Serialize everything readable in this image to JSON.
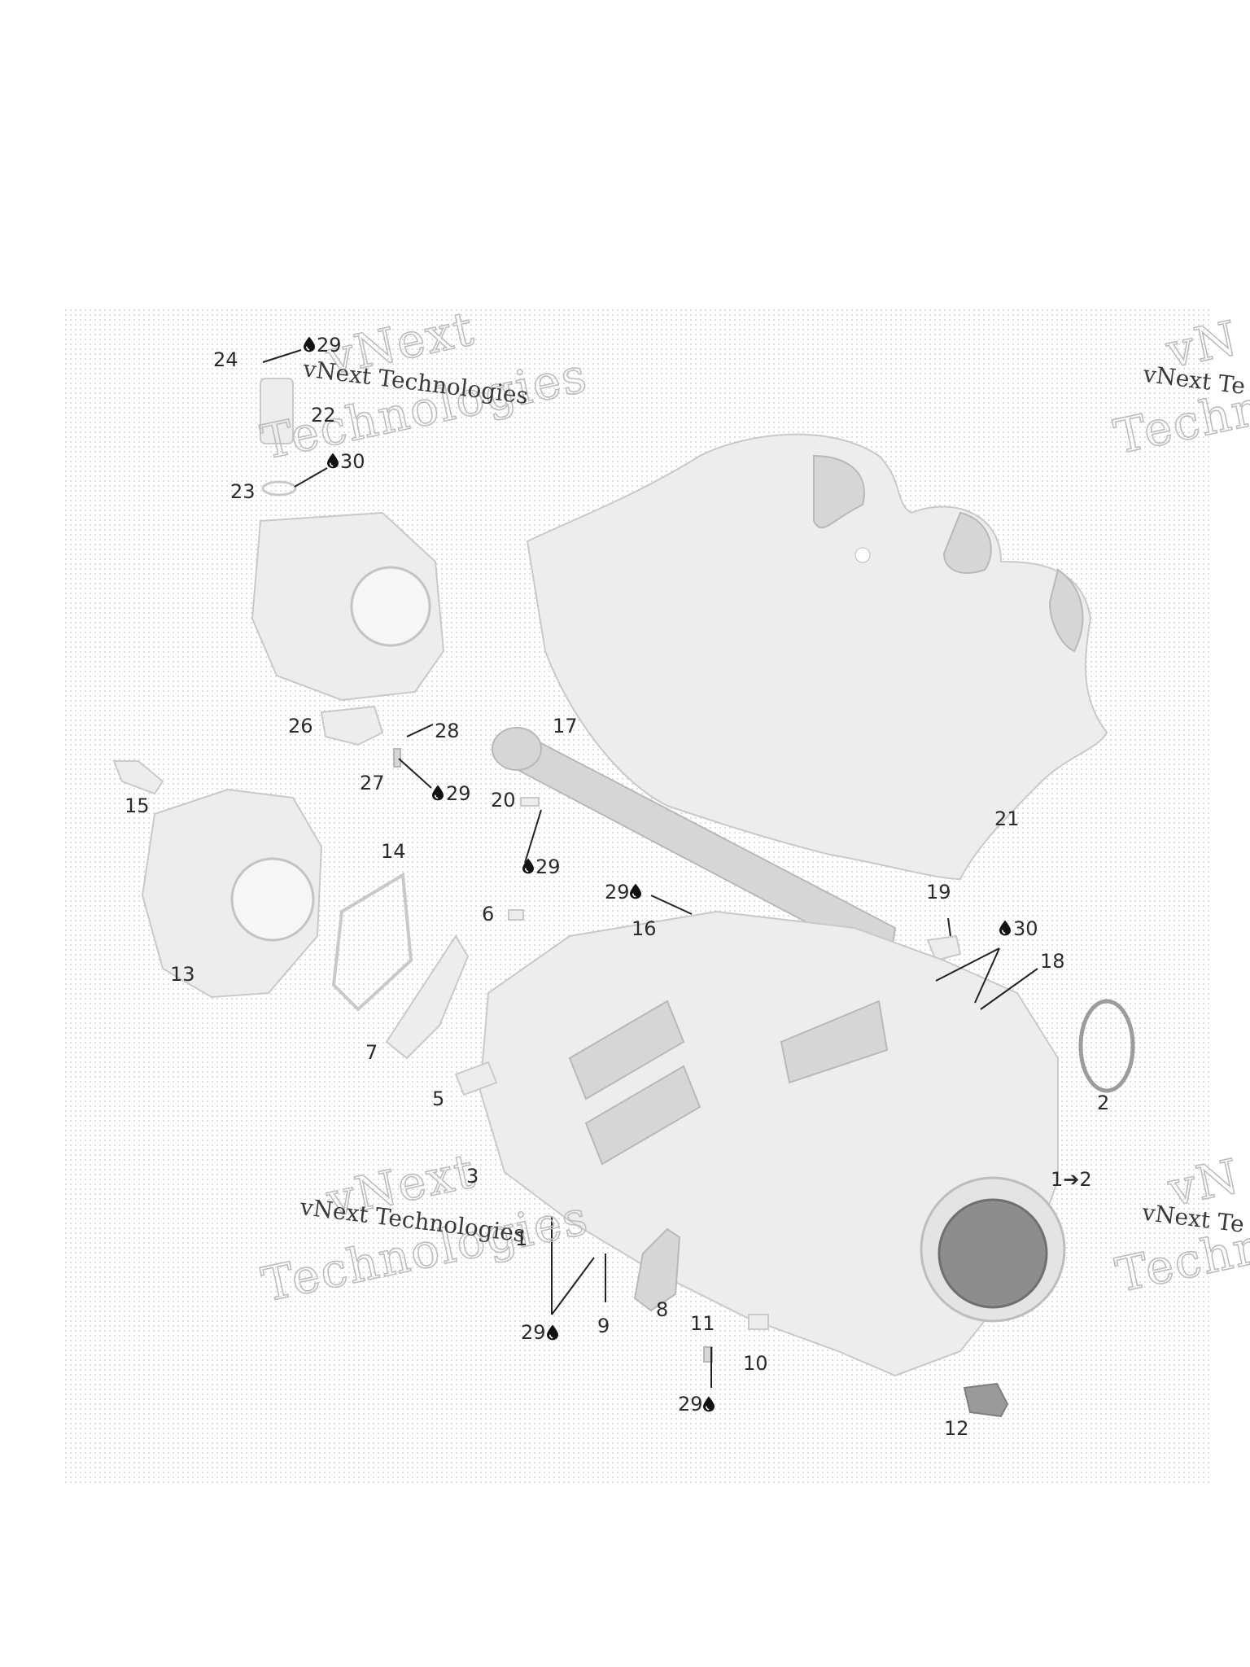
{
  "callouts": [
    {
      "id": "c24",
      "text": "24"
    },
    {
      "id": "c29a",
      "text": "29"
    },
    {
      "id": "c22",
      "text": "22"
    },
    {
      "id": "c23",
      "text": "23"
    },
    {
      "id": "c30a",
      "text": "30"
    },
    {
      "id": "c26",
      "text": "26"
    },
    {
      "id": "c28",
      "text": "28"
    },
    {
      "id": "c27",
      "text": "27"
    },
    {
      "id": "c29b",
      "text": "29"
    },
    {
      "id": "c17",
      "text": "17"
    },
    {
      "id": "c15",
      "text": "15"
    },
    {
      "id": "c20",
      "text": "20"
    },
    {
      "id": "c29c",
      "text": "29"
    },
    {
      "id": "c21",
      "text": "21"
    },
    {
      "id": "c14",
      "text": "14"
    },
    {
      "id": "c29d",
      "text": "29"
    },
    {
      "id": "c19",
      "text": "19"
    },
    {
      "id": "c6",
      "text": "6"
    },
    {
      "id": "c16",
      "text": "16"
    },
    {
      "id": "c30b",
      "text": "30"
    },
    {
      "id": "c18",
      "text": "18"
    },
    {
      "id": "c13",
      "text": "13"
    },
    {
      "id": "c7",
      "text": "7"
    },
    {
      "id": "c5",
      "text": "5"
    },
    {
      "id": "c2",
      "text": "2"
    },
    {
      "id": "c3",
      "text": "3"
    },
    {
      "id": "c1to2",
      "text": "1➔2"
    },
    {
      "id": "c1",
      "text": "1"
    },
    {
      "id": "c8",
      "text": "8"
    },
    {
      "id": "c9",
      "text": "9"
    },
    {
      "id": "c29e",
      "text": "29"
    },
    {
      "id": "c11",
      "text": "11"
    },
    {
      "id": "c10",
      "text": "10"
    },
    {
      "id": "c29f",
      "text": "29"
    },
    {
      "id": "c12",
      "text": "12"
    }
  ],
  "watermark": {
    "brand": "vNext Technologies",
    "large_line1": "vNext",
    "large_line2": "Technologies",
    "cut_brand": "vNext Te",
    "cut_line1": "vN",
    "cut_line2": "Techn"
  },
  "icons": {
    "callout_marker": "oil-drop-icon",
    "arrow": "right-arrow"
  },
  "colors": {
    "background": "#ffffff",
    "dot_grid": "#bfbfbf",
    "part_fill": "#ededed",
    "label_text": "#2b2b2b"
  }
}
